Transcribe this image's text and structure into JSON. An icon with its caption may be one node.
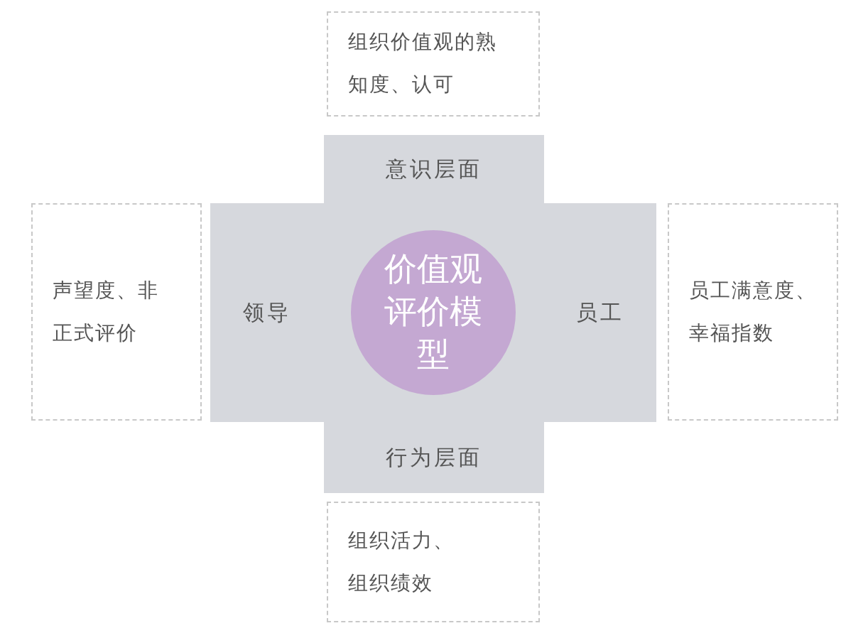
{
  "diagram": {
    "nodes": [
      {
        "text": [
          "组织价值观的熟知度、认可"
        ]
      },
      {
        "text": [
          "意识层面"
        ]
      },
      {
        "text": [
          "声望度、非正式评价"
        ]
      },
      {
        "text": [
          "领导"
        ]
      },
      {
        "text": [
          "价值观评价模型"
        ]
      },
      {
        "text": [
          "员工"
        ]
      },
      {
        "text": [
          "员工满意度、幸福指数"
        ]
      },
      {
        "text": [
          "行为层面"
        ]
      },
      {
        "text": [
          "组织活力、组织绩效"
        ]
      }
    ],
    "edges": []
  }
}
